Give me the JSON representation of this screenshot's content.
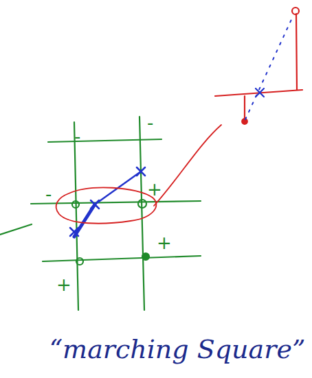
{
  "diagram": {
    "caption": "“marching Square”",
    "labels": [
      "-",
      "-",
      "-",
      "+",
      "+",
      "+"
    ]
  }
}
